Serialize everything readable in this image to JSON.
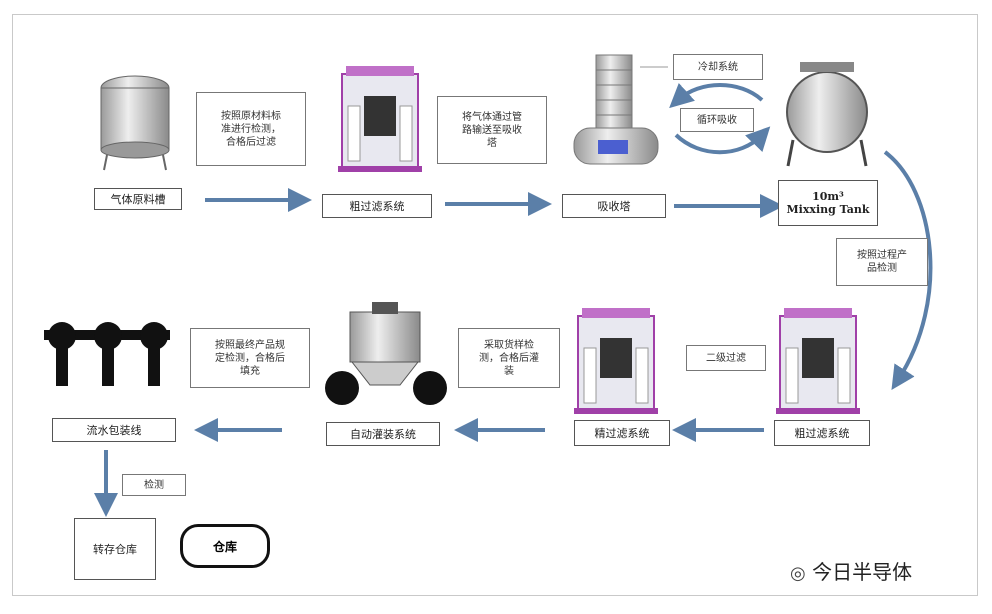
{
  "colors": {
    "arrow": "#5b7fa8",
    "filter_frame": "#a040a8",
    "tank_steel": "#c8c8c8"
  },
  "nodes": {
    "raw_tank": "气体原料槽",
    "coarse_filter_1": "粗过滤系统",
    "absorption_tower": "吸收塔",
    "mixing_tank": "10m³\nMixxing Tank",
    "coarse_filter_2": "粗过滤系统",
    "fine_filter": "精过滤系统",
    "auto_fill": "自动灌装系统",
    "packaging_line": "流水包装线",
    "transfer_warehouse": "转存仓库",
    "warehouse": "仓库"
  },
  "notes": {
    "raw_check": "按照原材料标\n准进行检测，\n合格后过滤",
    "gas_pipe": "将气体通过管\n路输送至吸收\n塔",
    "cooling": "冷却系统",
    "circulation": "循环吸收",
    "process_check": "按照过程产\n品检测",
    "secondary_filter": "二级过滤",
    "sample_check": "采取货样检\n测，合格后灌\n装",
    "final_check": "按照最终产品规\n定检测，合格后\n填充",
    "inspection": "检测"
  },
  "icons": [
    "steel-tank-icon",
    "filter-unit-icon",
    "absorption-tower-icon",
    "mixing-vessel-icon",
    "filling-machine-icon",
    "conveyor-icon"
  ],
  "watermark": "今日半导体"
}
